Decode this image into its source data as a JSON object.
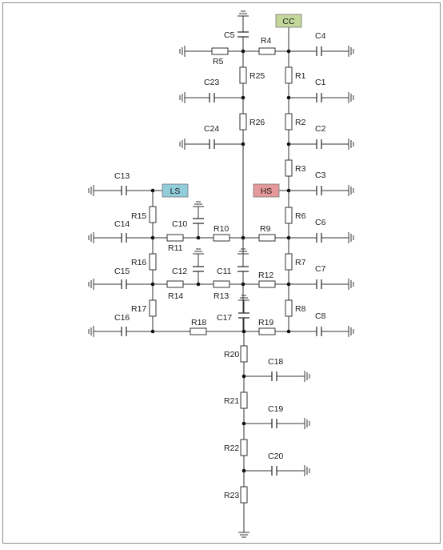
{
  "ports": {
    "cc": {
      "label": "CC",
      "fill": "#c4d79b"
    },
    "ls": {
      "label": "LS",
      "fill": "#92cddc"
    },
    "hs": {
      "label": "HS",
      "fill": "#e6999a"
    }
  },
  "resistors": {
    "R1": "R1",
    "R2": "R2",
    "R3": "R3",
    "R4": "R4",
    "R5": "R5",
    "R6": "R6",
    "R7": "R7",
    "R8": "R8",
    "R9": "R9",
    "R10": "R10",
    "R11": "R11",
    "R12": "R12",
    "R13": "R13",
    "R14": "R14",
    "R15": "R15",
    "R16": "R16",
    "R17": "R17",
    "R18": "R18",
    "R19": "R19",
    "R20": "R20",
    "R21": "R21",
    "R22": "R22",
    "R23": "R23",
    "R25": "R25",
    "R26": "R26"
  },
  "capacitors": {
    "C1": "C1",
    "C2": "C2",
    "C3": "C3",
    "C4": "C4",
    "C5": "C5",
    "C6": "C6",
    "C7": "C7",
    "C8": "C8",
    "C10": "C10",
    "C11": "C11",
    "C12": "C12",
    "C13": "C13",
    "C14": "C14",
    "C15": "C15",
    "C16": "C16",
    "C17": "C17",
    "C18": "C18",
    "C19": "C19",
    "C20": "C20",
    "C23": "C23",
    "C24": "C24"
  }
}
